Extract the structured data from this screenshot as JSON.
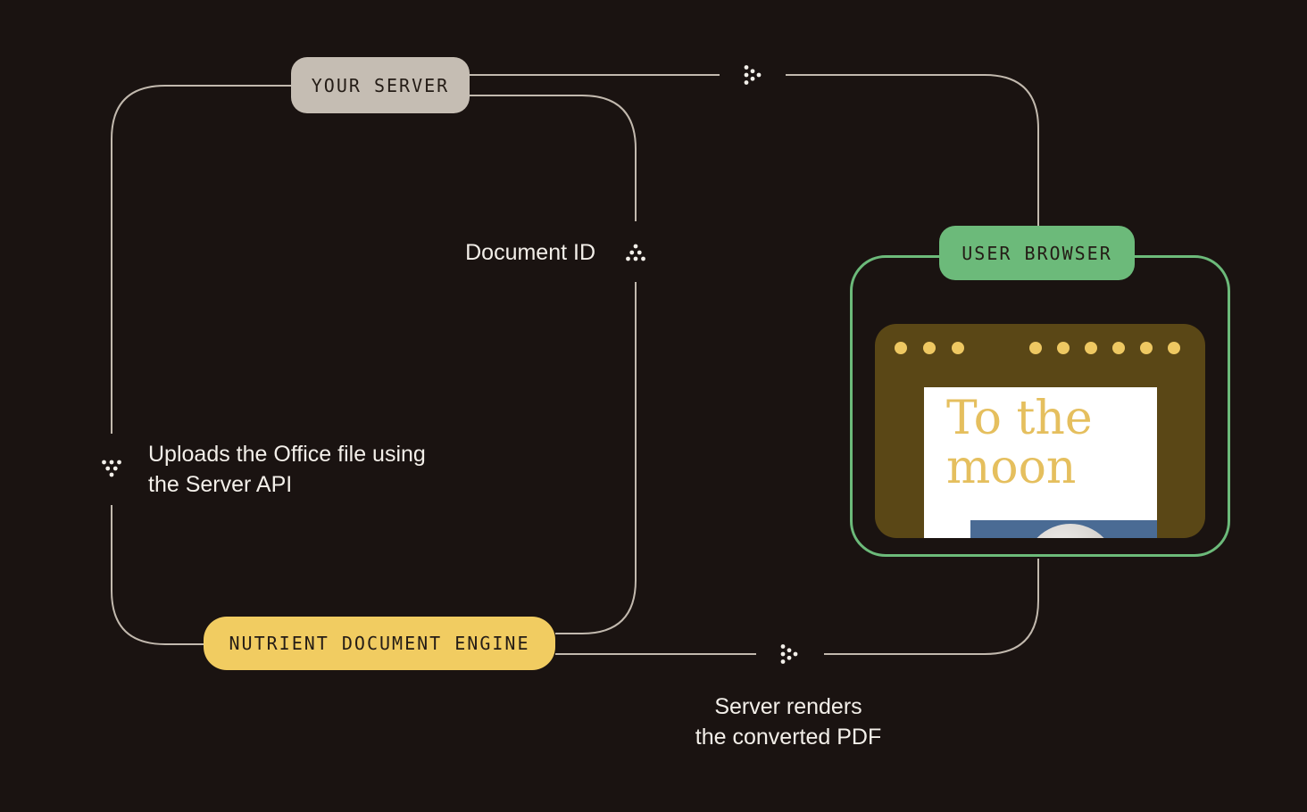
{
  "page": {
    "background_color": "#1a1311",
    "connector_color": "#c2b9ae",
    "arrow_dot_color": "#f2efe9",
    "label_text_color": "#f3efe9"
  },
  "nodes": {
    "your_server": {
      "label": "YOUR SERVER",
      "color": "#c5bdb3"
    },
    "nutrient_document_engine": {
      "label": "NUTRIENT DOCUMENT ENGINE",
      "color": "#f1cc61"
    },
    "user_browser": {
      "label": "USER BROWSER",
      "color": "#6cba7a"
    }
  },
  "edge_labels": {
    "upload": {
      "lines": [
        "Uploads the Office file using",
        "the Server API"
      ]
    },
    "document_id": "Document ID",
    "render": {
      "lines": [
        "Server renders",
        "the converted PDF"
      ]
    }
  },
  "edges": [
    {
      "from": "your_server",
      "to": "user_browser",
      "label": ""
    },
    {
      "from": "your_server",
      "to": "nutrient_document_engine",
      "label": "Uploads the Office file using the Server API"
    },
    {
      "from": "nutrient_document_engine",
      "to": "your_server",
      "label": "Document ID"
    },
    {
      "from": "nutrient_document_engine",
      "to": "user_browser",
      "label": "Server renders the converted PDF"
    }
  ],
  "browser_preview": {
    "document_title_lines": [
      "To the",
      "moon"
    ],
    "title_color": "#e5bf5e",
    "chrome_color": "#5a4716",
    "chrome_dot_color": "#eec862",
    "page_color": "#ffffff",
    "photo_sky_color": "#4a6b94",
    "frame_color": "#6cba7a",
    "chrome_dot_count_left": 3,
    "chrome_dot_count_right": 6
  },
  "icons": {
    "top_connector": "dotted-arrow-right-icon",
    "document_id_connector": "dotted-arrow-up-icon",
    "upload_connector": "dotted-arrow-down-icon",
    "render_connector": "dotted-arrow-right-icon"
  }
}
